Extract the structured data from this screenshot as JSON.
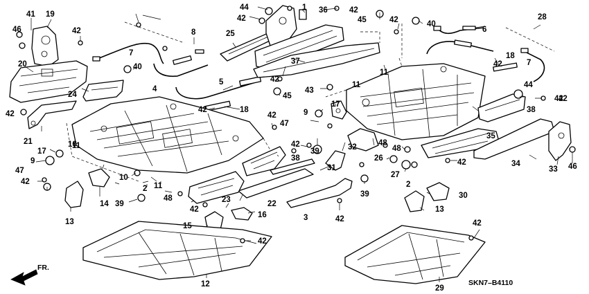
{
  "diagram_code": "SKN7–B4110",
  "front_indicator": "FR.",
  "callouts": [
    "41",
    "19",
    "46",
    "20",
    "42",
    "44",
    "1",
    "36",
    "42",
    "42",
    "45",
    "40",
    "42",
    "28",
    "6",
    "7",
    "8",
    "25",
    "4",
    "37",
    "42",
    "11",
    "43",
    "18",
    "7",
    "5",
    "24",
    "40",
    "45",
    "42",
    "42",
    "11",
    "42",
    "18",
    "44",
    "42",
    "17",
    "9",
    "47",
    "38",
    "42",
    "21",
    "11",
    "17",
    "9",
    "47",
    "42",
    "39",
    "38",
    "48",
    "32",
    "48",
    "42",
    "35",
    "42",
    "42",
    "10",
    "26",
    "27",
    "2",
    "2",
    "10",
    "11",
    "48",
    "14",
    "39",
    "23",
    "22",
    "31",
    "39",
    "42",
    "3",
    "42",
    "30",
    "13",
    "13",
    "16",
    "15",
    "42",
    "12",
    "42",
    "29",
    "33",
    "34",
    "46"
  ]
}
